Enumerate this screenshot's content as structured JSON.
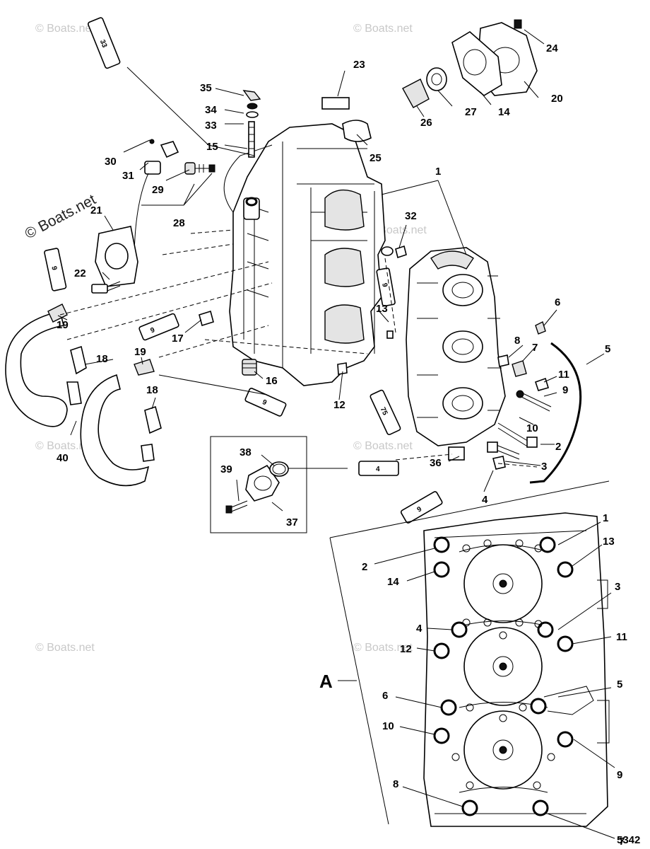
{
  "diagram": {
    "figure_number": "5342",
    "section_label": "A",
    "watermark": "© Boats.net",
    "callouts": [
      "1",
      "2",
      "3",
      "4",
      "5",
      "6",
      "7",
      "8",
      "9",
      "10",
      "11",
      "12",
      "13",
      "14",
      "15",
      "16",
      "17",
      "18",
      "19",
      "20",
      "21",
      "22",
      "23",
      "24",
      "25",
      "26",
      "27",
      "28",
      "29",
      "30",
      "31",
      "32",
      "33",
      "34",
      "35",
      "36",
      "37",
      "38",
      "39",
      "40"
    ],
    "tube_labels": [
      "33",
      "9",
      "9",
      "9",
      "9",
      "75",
      "4",
      "9"
    ],
    "inset_callouts": [
      "1",
      "2",
      "3",
      "4",
      "5",
      "6",
      "7",
      "8",
      "9",
      "10",
      "11",
      "12",
      "13",
      "14"
    ]
  }
}
